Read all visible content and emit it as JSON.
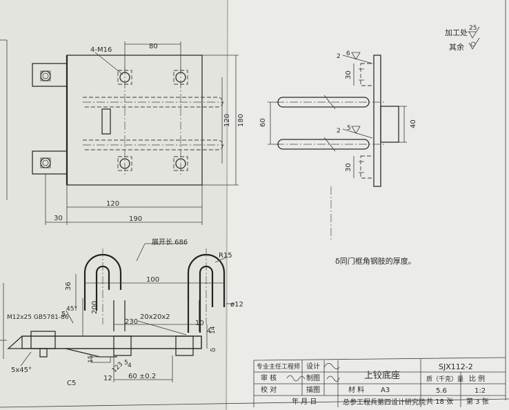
{
  "annotations": {
    "finish_machined": "加工处",
    "finish_machined_value": "25",
    "finish_rest": "其余",
    "note": "δ同门框角钢肢的厚度。"
  },
  "dimensions": {
    "holes": "4-M16",
    "d80": "80",
    "d120v": "120",
    "d180": "180",
    "d120": "120",
    "d30": "30",
    "d190": "190",
    "d60": "60",
    "d40": "40",
    "d30a": "30",
    "d30b": "30",
    "weld6": "6",
    "weld5": "5",
    "w2a": "2",
    "w2b": "2",
    "unfold": "展开长 686",
    "r15": "R15",
    "d36": "36",
    "d100": "100",
    "d200": "200",
    "phi12": "ø12",
    "d230": "230",
    "angle": "20x20x2",
    "d10": "10",
    "d14": "14",
    "d4": "4",
    "delta": "δ",
    "d60tol": "60 ±0.2",
    "d12": "12",
    "d123": "123",
    "d15": "15",
    "c5": "C5",
    "w5": "5",
    "w4": "4",
    "w45": "45°",
    "chamfer": "5x45°",
    "bolt": "M12x25 GB5781-86",
    "w5b": "5"
  },
  "title_block": {
    "r1c1": "专业主任工程师",
    "r1c2": "设计",
    "r1c3": "",
    "r2c1": "审  核",
    "r2c2": "制图",
    "r3c1": "校  对",
    "r3c2": "描图",
    "date": "年        月        日",
    "material_label": "材  料",
    "material": "A3",
    "drawing_title": "上铰底座",
    "drawing_no": "SJX112-2",
    "weight_label": "质（千克）量",
    "weight": "5.6",
    "scale_label": "比    例",
    "scale": "1:2",
    "total_sheets": "共  18  张",
    "sheet": "第  3  张",
    "institute": "总参工程兵第四设计研究院"
  }
}
